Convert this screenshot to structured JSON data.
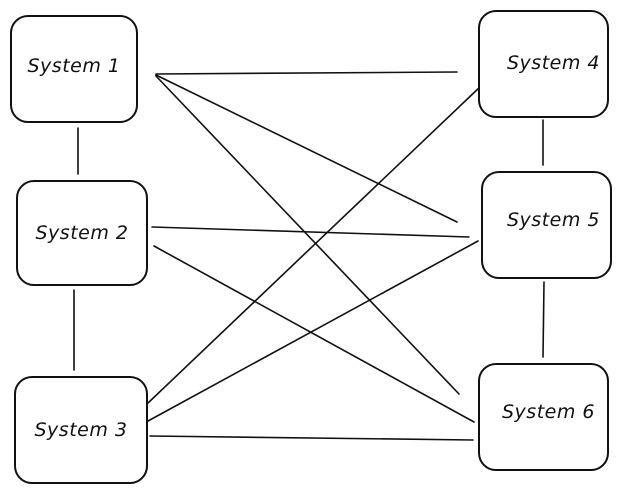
{
  "diagram": {
    "nodes": [
      {
        "id": "system-1",
        "label": "System 1"
      },
      {
        "id": "system-2",
        "label": "System 2"
      },
      {
        "id": "system-3",
        "label": "System 3"
      },
      {
        "id": "system-4",
        "label": "System 4"
      },
      {
        "id": "system-5",
        "label": "System 5"
      },
      {
        "id": "system-6",
        "label": "System 6"
      }
    ],
    "edges": [
      {
        "from": "system-1",
        "to": "system-2"
      },
      {
        "from": "system-2",
        "to": "system-3"
      },
      {
        "from": "system-4",
        "to": "system-5"
      },
      {
        "from": "system-5",
        "to": "system-6"
      },
      {
        "from": "system-1",
        "to": "system-4"
      },
      {
        "from": "system-1",
        "to": "system-5"
      },
      {
        "from": "system-1",
        "to": "system-6"
      },
      {
        "from": "system-2",
        "to": "system-5"
      },
      {
        "from": "system-2",
        "to": "system-6"
      },
      {
        "from": "system-3",
        "to": "system-4"
      },
      {
        "from": "system-3",
        "to": "system-5"
      },
      {
        "from": "system-3",
        "to": "system-6"
      }
    ],
    "stroke_color": "#111111"
  }
}
